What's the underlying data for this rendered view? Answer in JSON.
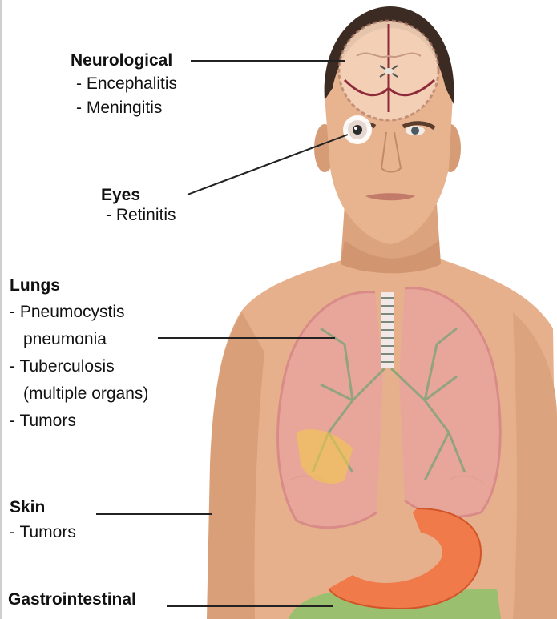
{
  "labels": {
    "neurological": {
      "title": "Neurological",
      "items": [
        "- Encephalitis",
        "- Meningitis"
      ]
    },
    "eyes": {
      "title": "Eyes",
      "items": [
        "- Retinitis"
      ]
    },
    "lungs": {
      "title": "Lungs",
      "items": [
        "- Pneumocystis",
        "pneumonia",
        "- Tuberculosis",
        "(multiple organs)",
        "- Tumors"
      ]
    },
    "skin": {
      "title": "Skin",
      "items": [
        "- Tumors"
      ]
    },
    "gastrointestinal": {
      "title": "Gastrointestinal"
    }
  },
  "colors": {
    "skin": "#e8b48f",
    "skin_shadow": "#c98d66",
    "hair": "#3b2b22",
    "brain": "#f3d3b8",
    "brain_vessel": "#8e2a3a",
    "lungs": "#e8a3a0",
    "airway_tree": "#8aa37a",
    "stomach": "#f07a4a",
    "intestine": "#8cc26a",
    "leader_line": "#222222",
    "text": "#111111"
  },
  "icons": [
    "human-body-illustration",
    "brain-overlay",
    "eye-highlight",
    "lungs-overlay",
    "stomach-overlay"
  ]
}
